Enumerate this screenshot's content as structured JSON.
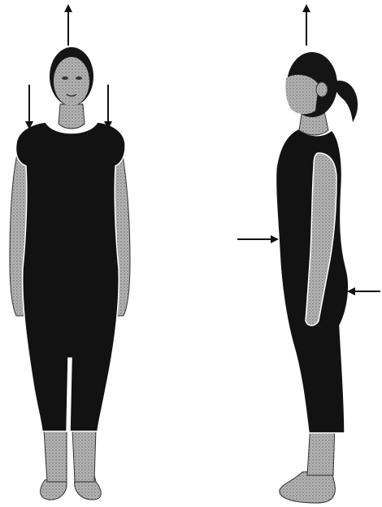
{
  "image": {
    "subject": "posture-illustration",
    "views": [
      "front-view",
      "side-view"
    ],
    "colors": {
      "background": "#ffffff",
      "garment": "#121212",
      "skin": "#a9a9a9",
      "skin_dark": "#7d7d7d",
      "arrow": "#111111",
      "outline": "#ffffff"
    }
  }
}
